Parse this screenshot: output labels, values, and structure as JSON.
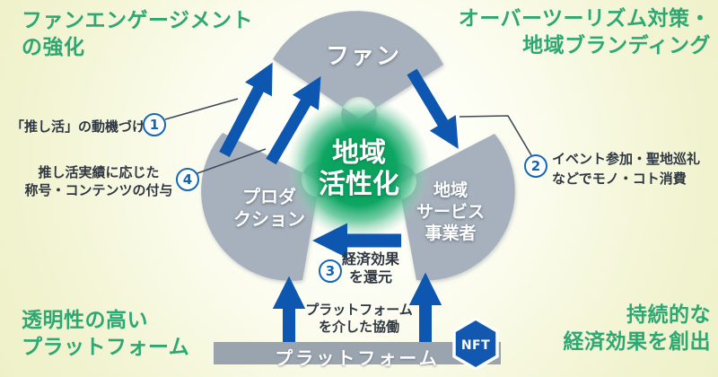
{
  "corners": {
    "top_left": {
      "line1": "ファンエンゲージメント",
      "line2": "の強化"
    },
    "top_right": {
      "line1": "オーバーツーリズム対策・",
      "line2": "地域ブランディング"
    },
    "bottom_left": {
      "line1": "透明性の高い",
      "line2": "プラットフォーム"
    },
    "bottom_right": {
      "line1": "持続的な",
      "line2": "経済効果を創出"
    }
  },
  "center": {
    "line1": "地域",
    "line2": "活性化"
  },
  "nodes": {
    "fan": {
      "label": "ファン"
    },
    "production": {
      "line1": "プロダ",
      "line2": "クション"
    },
    "regional_service": {
      "line1": "地域",
      "line2": "サービス",
      "line3": "事業者"
    }
  },
  "annotations": {
    "n1": {
      "number": "1",
      "text": "「推し活」の動機づけ"
    },
    "n2": {
      "number": "2",
      "line1": "イベント参加・聖地巡礼",
      "line2": "などでモノ・コト消費"
    },
    "n3": {
      "number": "3",
      "line1": "経済効果",
      "line2": "を還元"
    },
    "n4": {
      "number": "4",
      "line1": "推し活実績に応じた",
      "line2": "称号・コンテンツの付与"
    }
  },
  "platform": {
    "bar_label": "プラットフォーム",
    "collab_line1": "プラットフォーム",
    "collab_line2": "を介した協働",
    "nft_badge": "NFT"
  },
  "colors": {
    "accent_green": "#2ea873",
    "arrow_blue": "#0d57b0",
    "wedge_gray": "#a7b1bd",
    "bar_gray": "#9aa4af",
    "nft_blue": "#1358b0",
    "center_green": "#0aa35e"
  }
}
